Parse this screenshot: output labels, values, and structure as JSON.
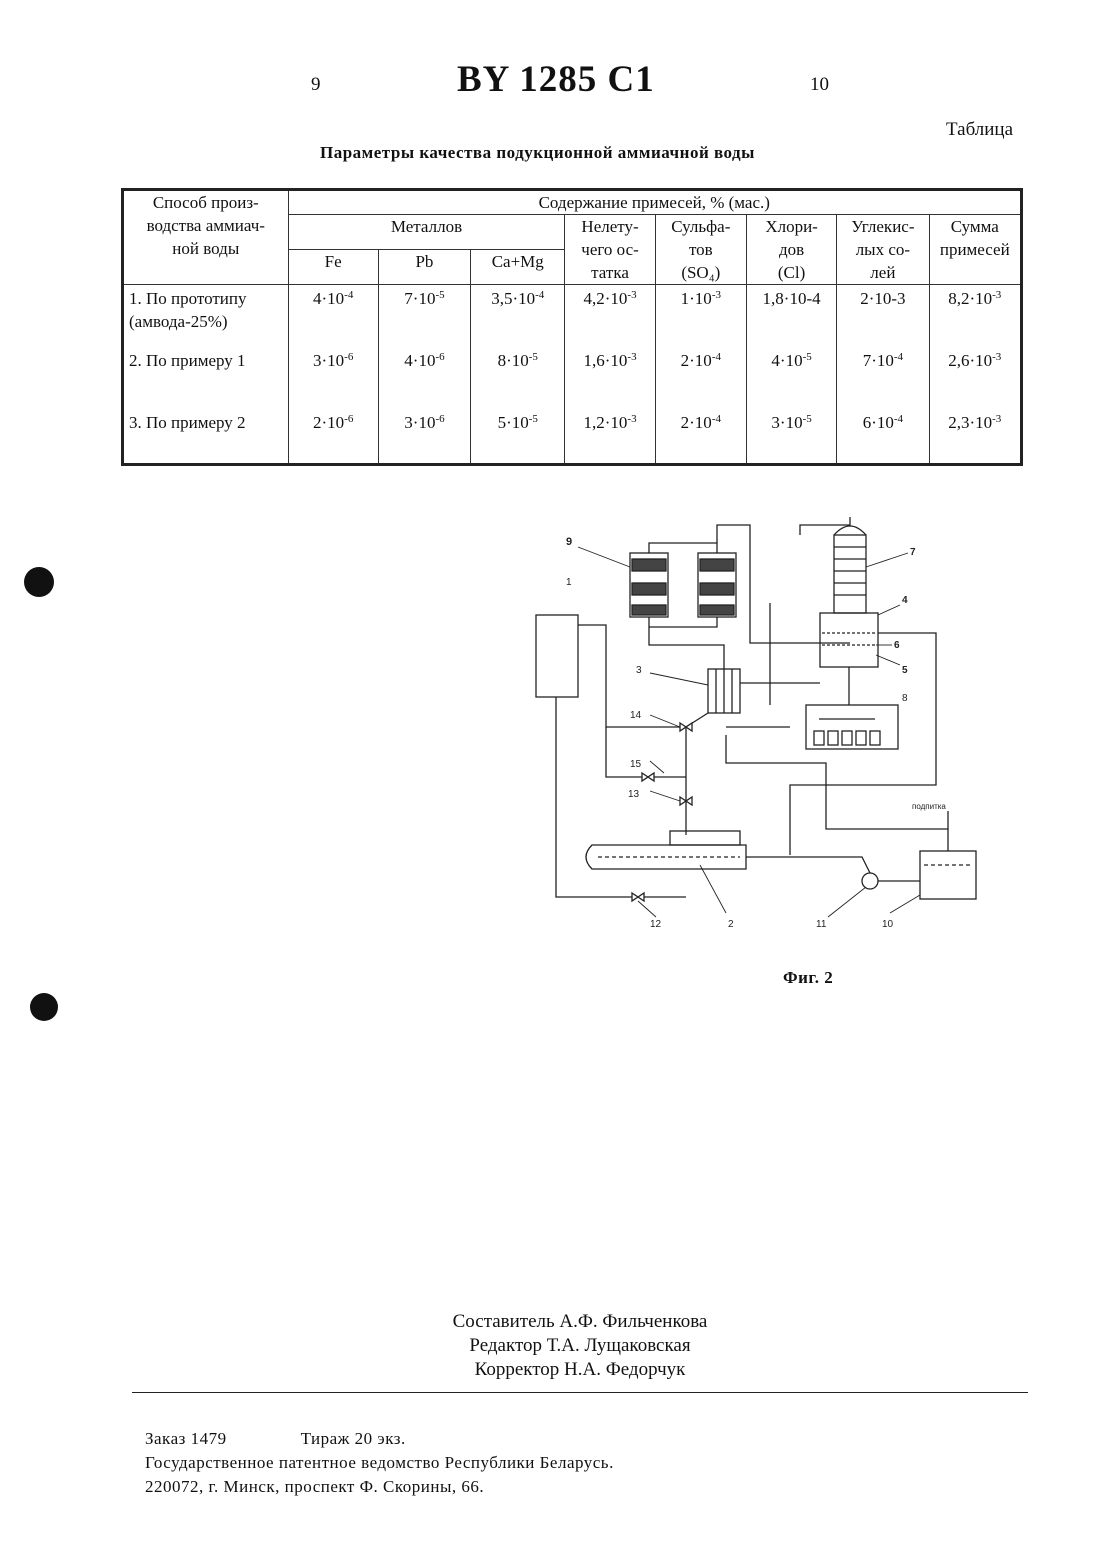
{
  "header": {
    "page_left": "9",
    "page_right": "10",
    "patent": "BY 1285 C1"
  },
  "table_label": "Таблица",
  "table_caption": "Параметры качества подукционной аммиачной воды",
  "table": {
    "h_method": [
      "Способ произ-",
      "водства аммиач-",
      "ной воды"
    ],
    "h_content": "Содержание примесей, % (мас.)",
    "h_metals": "Металлов",
    "h_fe": "Fe",
    "h_pb": "Pb",
    "h_camg": "Ca+Mg",
    "h_nonvol": [
      "Нелету-",
      "чего ос-",
      "татка"
    ],
    "h_sulf": [
      "Сульфа-",
      "тов",
      "(SO₄)"
    ],
    "h_chlor": [
      "Хлори-",
      "дов",
      "(Cl)"
    ],
    "h_carb": [
      "Углекис-",
      "лых со-",
      "лей"
    ],
    "h_sum": [
      "Сумма",
      "примесей"
    ],
    "rows": [
      {
        "method": [
          "1. По прототипу",
          "(амвода-25%)"
        ],
        "fe": [
          "4·10",
          "-4"
        ],
        "pb": [
          "7·10",
          "-5"
        ],
        "camg": [
          "3,5·10",
          "-4"
        ],
        "nonvol": [
          "4,2·10",
          "-3"
        ],
        "sulf": [
          "1·10",
          "-3"
        ],
        "chlor": [
          "1,8·10-4",
          ""
        ],
        "carb": [
          "2·10-3",
          ""
        ],
        "sum": [
          "8,2·10",
          "-3"
        ]
      },
      {
        "method": [
          "2. По примеру 1"
        ],
        "fe": [
          "3·10",
          "-6"
        ],
        "pb": [
          "4·10",
          "-6"
        ],
        "camg": [
          "8·10",
          "-5"
        ],
        "nonvol": [
          "1,6·10",
          "-3"
        ],
        "sulf": [
          "2·10",
          "-4"
        ],
        "chlor": [
          "4·10",
          "-5"
        ],
        "carb": [
          "7·10",
          "-4"
        ],
        "sum": [
          "2,6·10",
          "-3"
        ]
      },
      {
        "method": [
          "3. По примеру 2"
        ],
        "fe": [
          "2·10",
          "-6"
        ],
        "pb": [
          "3·10",
          "-6"
        ],
        "camg": [
          "5·10",
          "-5"
        ],
        "nonvol": [
          "1,2·10",
          "-3"
        ],
        "sulf": [
          "2·10",
          "-4"
        ],
        "chlor": [
          "3·10",
          "-5"
        ],
        "carb": [
          "6·10",
          "-4"
        ],
        "sum": [
          "2,3·10",
          "-3"
        ]
      }
    ]
  },
  "figure": {
    "caption": "Фиг. 2",
    "labels": {
      "n1": "1",
      "n2": "2",
      "n3": "3",
      "n4": "4",
      "n5": "5",
      "n6": "6",
      "n7": "7",
      "n8": "8",
      "n9": "9",
      "n10": "10",
      "n11": "11",
      "n12": "12",
      "n13": "13",
      "n14": "14",
      "n15": "15",
      "makeup": "подпитка"
    }
  },
  "credits": {
    "compiler": "Составитель А.Ф. Фильченкова",
    "editor": "Редактор Т.А. Лущаковская",
    "corrector": "Корректор Н.А. Федорчук"
  },
  "imprint": {
    "order": "Заказ   1479",
    "copies": "Тираж 20 экз.",
    "office": "Государственное патентное ведомство Республики Беларусь.",
    "address": "220072, г. Минск, проспект Ф. Скорины, 66."
  }
}
